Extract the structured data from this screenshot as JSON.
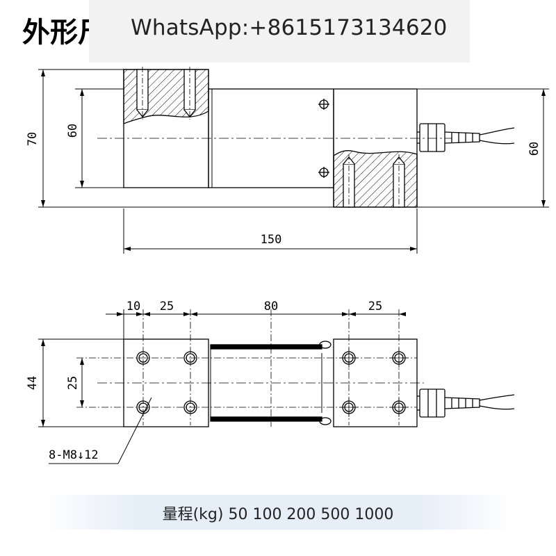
{
  "title": "外形尺",
  "watermark": "WhatsApp:+8615173134620",
  "top_view": {
    "dim_height_total": "70",
    "dim_height_left_block": "60",
    "dim_height_right_block": "60",
    "dim_length": "150"
  },
  "bottom_view": {
    "dim_edge": "10",
    "dim_hole_spacing_left": "25",
    "dim_center_span": "80",
    "dim_hole_spacing_right": "25",
    "dim_width": "44",
    "dim_hole_spacing_vertical": "25",
    "thread_note": "8-M8↓12"
  },
  "capacity_line": "量程(kg)  50  100  200  500  1000"
}
